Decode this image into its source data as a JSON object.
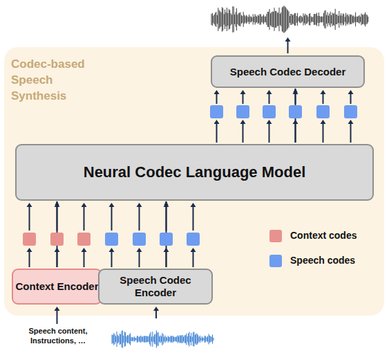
{
  "diagram": {
    "nodes": [
      {
        "text": [
          "Codec-based Speech Synthesis"
        ]
      },
      {
        "text": [
          "Speech Codec Decoder"
        ],
        "in": 0
      },
      {
        "text": [
          "Neural Codec Language Model"
        ],
        "in": 0
      },
      {
        "text": [
          "Context Encoder"
        ],
        "in": 0
      },
      {
        "text": [
          "Speech Codec Encoder"
        ],
        "in": 0
      }
    ],
    "edges": [
      {
        "from": 3,
        "to": 2,
        "arrow": "to"
      },
      {
        "from": 4,
        "to": 2,
        "arrow": "to"
      },
      {
        "from": 2,
        "to": 1,
        "arrow": "to"
      }
    ],
    "labels": [
      "Speech content, Instructions, …"
    ],
    "legend": [
      {
        "text": "Context codes",
        "color": "#e8928f"
      },
      {
        "text": "Speech codes",
        "color": "#6e9cf0"
      }
    ]
  }
}
